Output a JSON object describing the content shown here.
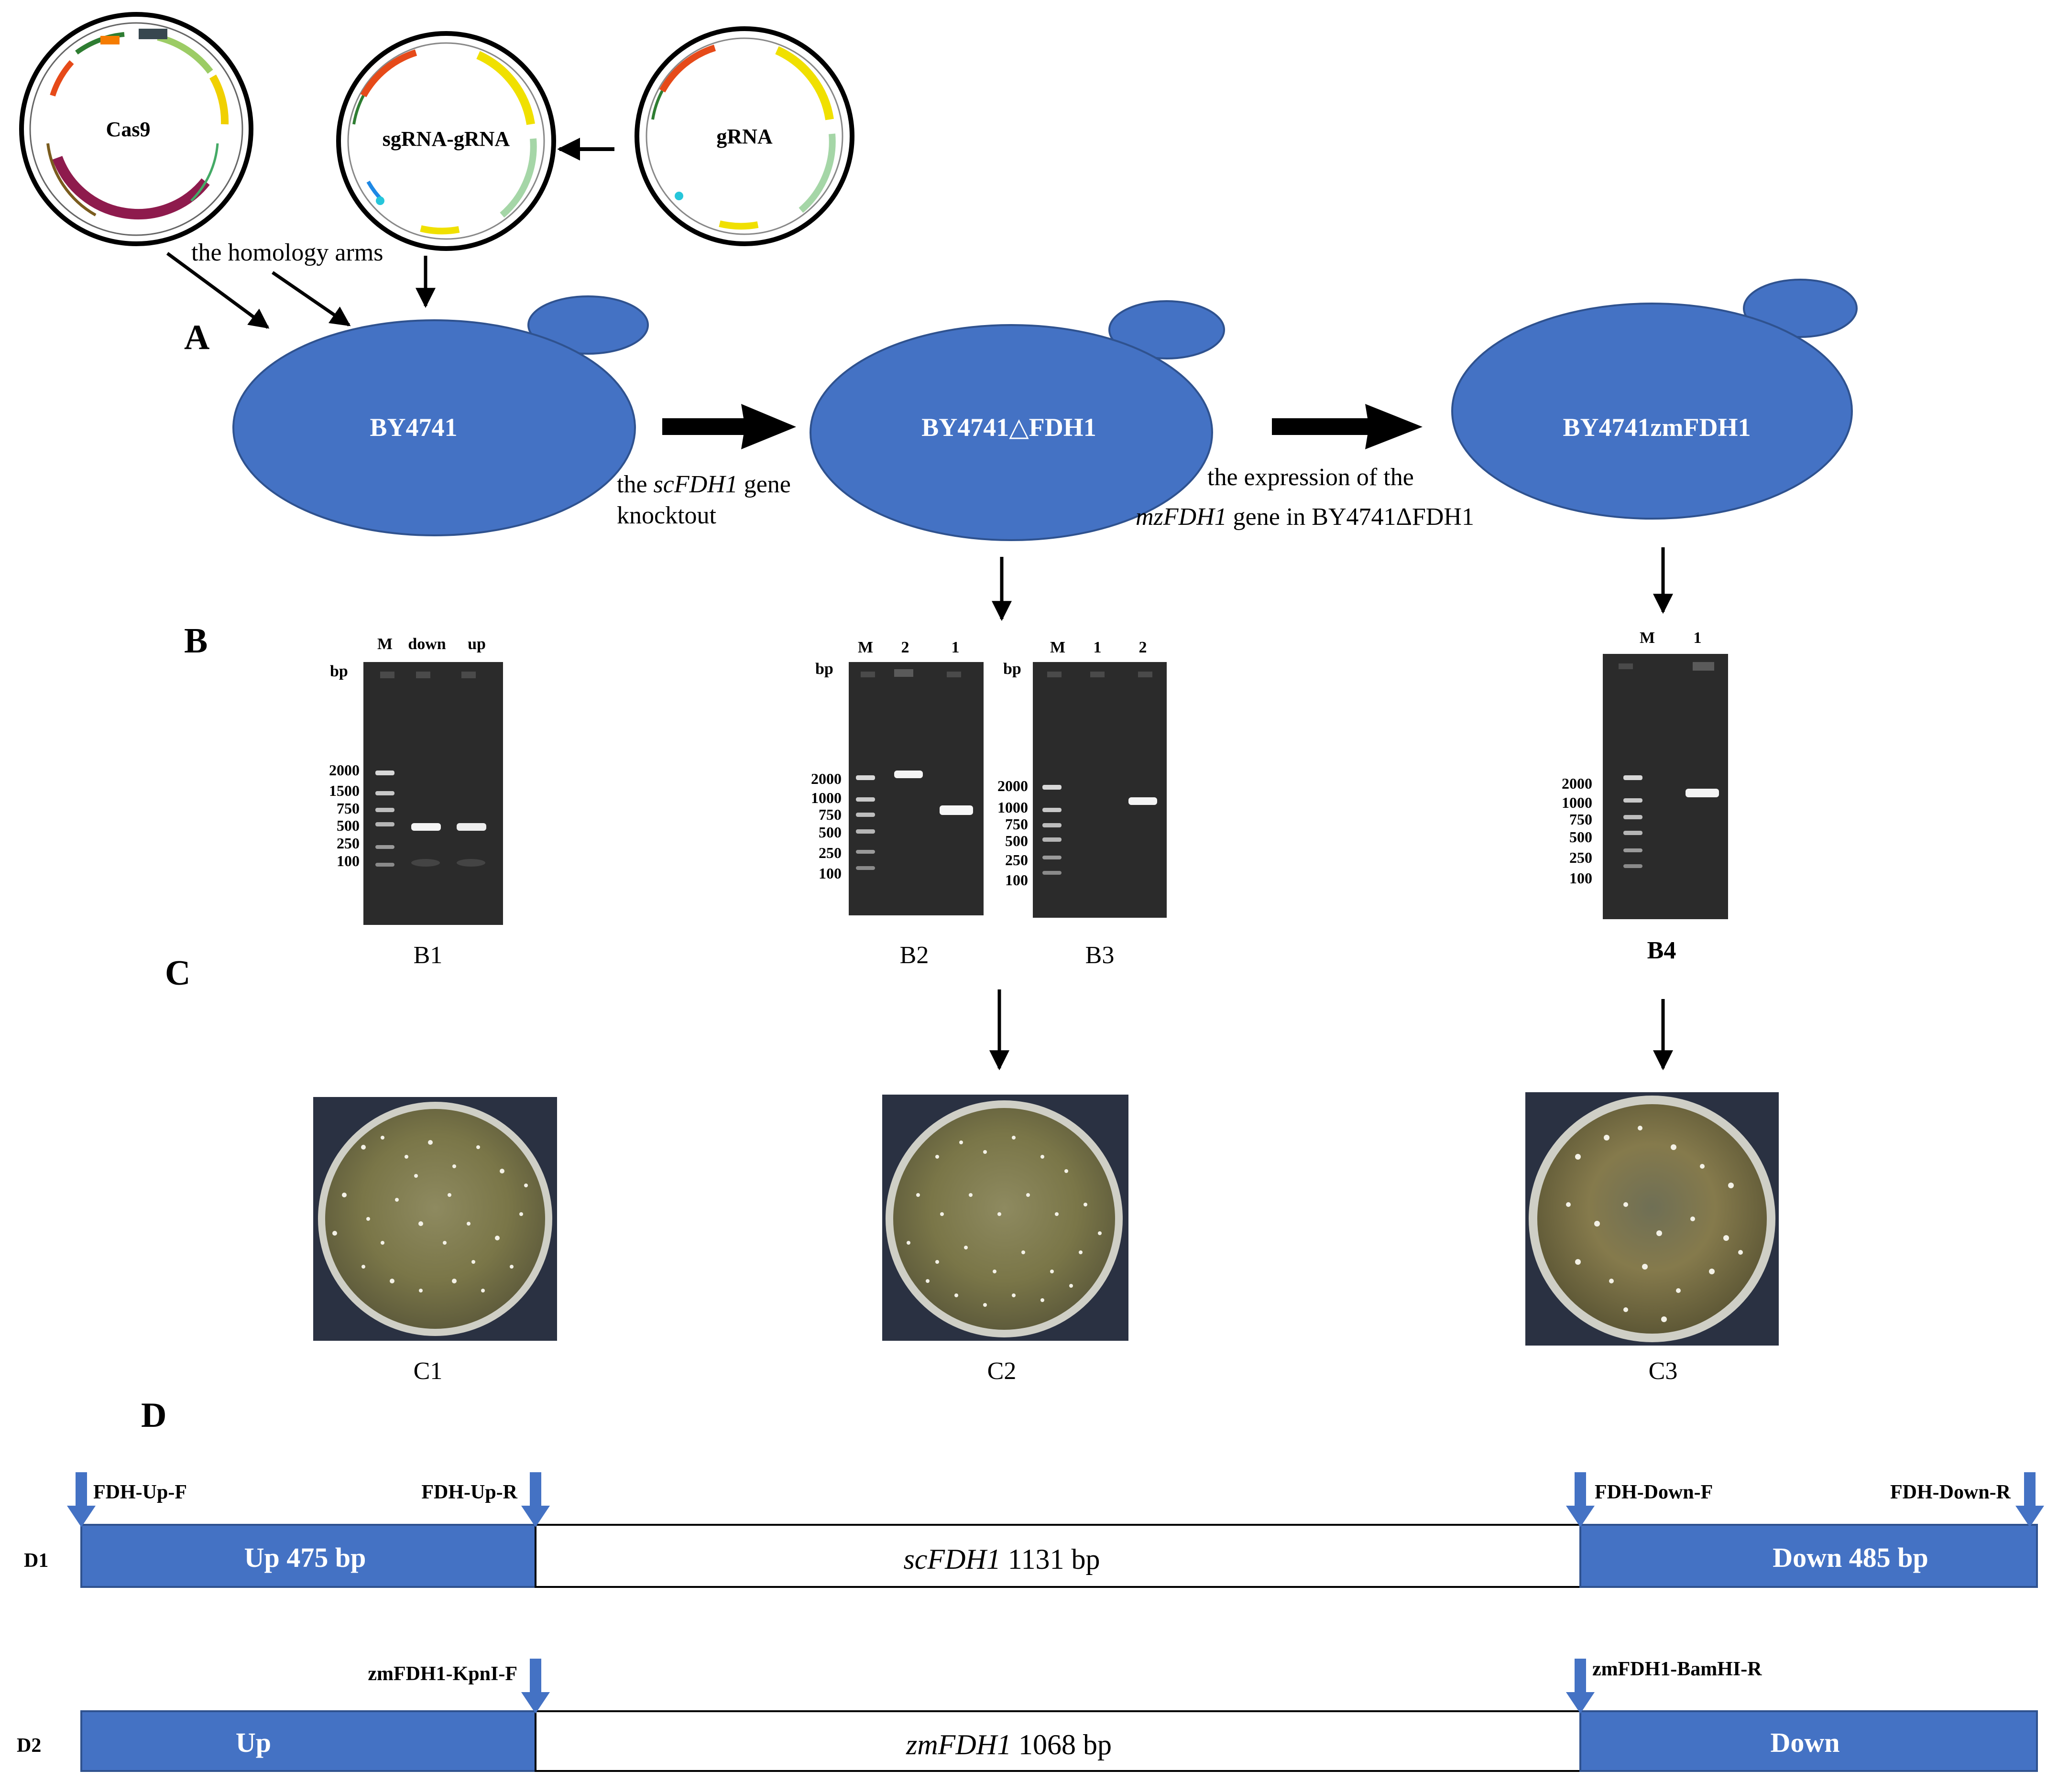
{
  "panel_labels": {
    "a": "A",
    "b": "B",
    "c": "C",
    "d": "D"
  },
  "plasmids": {
    "cas9": {
      "label": "Cas9"
    },
    "sgrna_grna": {
      "label": "sgRNA-gRNA"
    },
    "grna": {
      "label": "gRNA"
    }
  },
  "arrows_text": {
    "homology": "the homology arms",
    "knockout_pre": "the ",
    "knockout_gene": "scFDH1",
    "knockout_post": " gene",
    "knockout_line2": "knocktout",
    "expr_line1": "the expression of the",
    "expr_gene": "mzFDH1",
    "expr_line2_post": " gene in BY4741ΔFDH1"
  },
  "strains": {
    "s1": "BY4741",
    "s2": "BY4741△FDH1",
    "s3": "BY4741zmFDH1"
  },
  "colors": {
    "cell": "#4472C4",
    "arrow_blue": "#4472C4",
    "gel_bg": "#2b2b2b",
    "plate_bg": "#2a3142"
  },
  "gels": {
    "b1": {
      "caption": "B1",
      "unit": "bp",
      "lanes": [
        "M",
        "down",
        "up"
      ],
      "markers": [
        "2000",
        "1500",
        "750",
        "500",
        "250",
        "100"
      ]
    },
    "b2": {
      "caption": "B2",
      "unit": "bp",
      "lanes": [
        "M",
        "2",
        "1"
      ],
      "markers": [
        "2000",
        "1000",
        "750",
        "500",
        "250",
        "100"
      ]
    },
    "b3": {
      "caption": "B3",
      "unit": "bp",
      "lanes": [
        "M",
        "1",
        "2"
      ],
      "markers": [
        "2000",
        "1000",
        "750",
        "500",
        "250",
        "100"
      ]
    },
    "b4": {
      "caption": "B4",
      "lanes": [
        "M",
        "1"
      ],
      "markers": [
        "2000",
        "1000",
        "750",
        "500",
        "250",
        "100"
      ]
    }
  },
  "plates": {
    "c1": "C1",
    "c2": "C2",
    "c3": "C3"
  },
  "constructs": {
    "d1": {
      "label": "D1",
      "up": "Up 475 bp",
      "gene": "scFDH1",
      "gene_size": " 1131 bp",
      "down": "Down 485 bp",
      "primers": [
        "FDH-Up-F",
        "FDH-Up-R",
        "FDH-Down-F",
        "FDH-Down-R"
      ]
    },
    "d2": {
      "label": "D2",
      "up": "Up",
      "gene": "zmFDH1",
      "gene_size": " 1068 bp",
      "down": "Down",
      "primers": [
        "zmFDH1-KpnI-F",
        "zmFDH1-BamHI-R"
      ]
    }
  }
}
